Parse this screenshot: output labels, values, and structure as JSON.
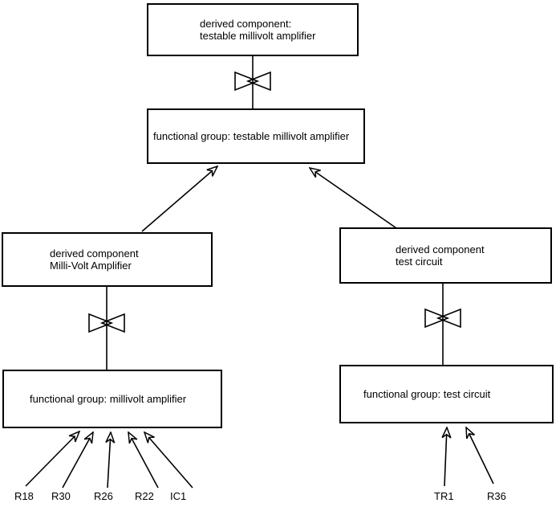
{
  "diagram": {
    "background_color": "#ffffff",
    "line_color": "#000000",
    "boxes": {
      "derived_testable": {
        "line1": "derived component:",
        "line2": "testable millivolt amplifier"
      },
      "fg_testable": {
        "line1": "functional group: testable millivolt amplifier"
      },
      "derived_mva": {
        "line1": "derived component",
        "line2": "Milli-Volt Amplifier"
      },
      "derived_tc": {
        "line1": "derived component",
        "line2": "test circuit"
      },
      "fg_mva": {
        "line1": "functional group: millivolt amplifier"
      },
      "fg_tc": {
        "line1": "functional group: test circuit"
      }
    },
    "leaf_labels": {
      "r18": "R18",
      "r30": "R30",
      "r26": "R26",
      "r22": "R22",
      "ic1": "IC1",
      "tr1": "TR1",
      "r36": "R36"
    },
    "edges": [
      {
        "from": "fg_testable",
        "to": "derived_testable",
        "connector": "bowtie-line"
      },
      {
        "from": "derived_mva",
        "to": "fg_testable",
        "connector": "arrow"
      },
      {
        "from": "derived_tc",
        "to": "fg_testable",
        "connector": "arrow"
      },
      {
        "from": "fg_mva",
        "to": "derived_mva",
        "connector": "bowtie-line"
      },
      {
        "from": "fg_tc",
        "to": "derived_tc",
        "connector": "bowtie-line"
      },
      {
        "from": "r18",
        "to": "fg_mva",
        "connector": "arrow"
      },
      {
        "from": "r30",
        "to": "fg_mva",
        "connector": "arrow"
      },
      {
        "from": "r26",
        "to": "fg_mva",
        "connector": "arrow"
      },
      {
        "from": "r22",
        "to": "fg_mva",
        "connector": "arrow"
      },
      {
        "from": "ic1",
        "to": "fg_mva",
        "connector": "arrow"
      },
      {
        "from": "tr1",
        "to": "fg_tc",
        "connector": "arrow"
      },
      {
        "from": "r36",
        "to": "fg_tc",
        "connector": "arrow"
      }
    ]
  }
}
